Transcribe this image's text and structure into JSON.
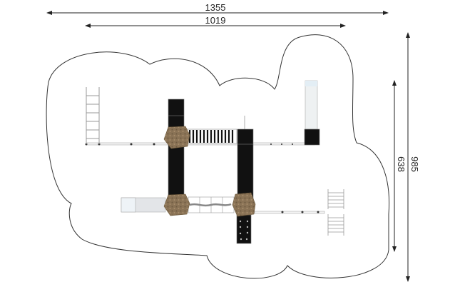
{
  "dimensions": {
    "total_width": "1355",
    "equipment_width": "1019",
    "total_depth": "985",
    "equipment_depth": "638"
  },
  "colors": {
    "outline": "#333333",
    "deck": "#111111",
    "roof": "#8a7356",
    "slide": "#e8ecee"
  }
}
